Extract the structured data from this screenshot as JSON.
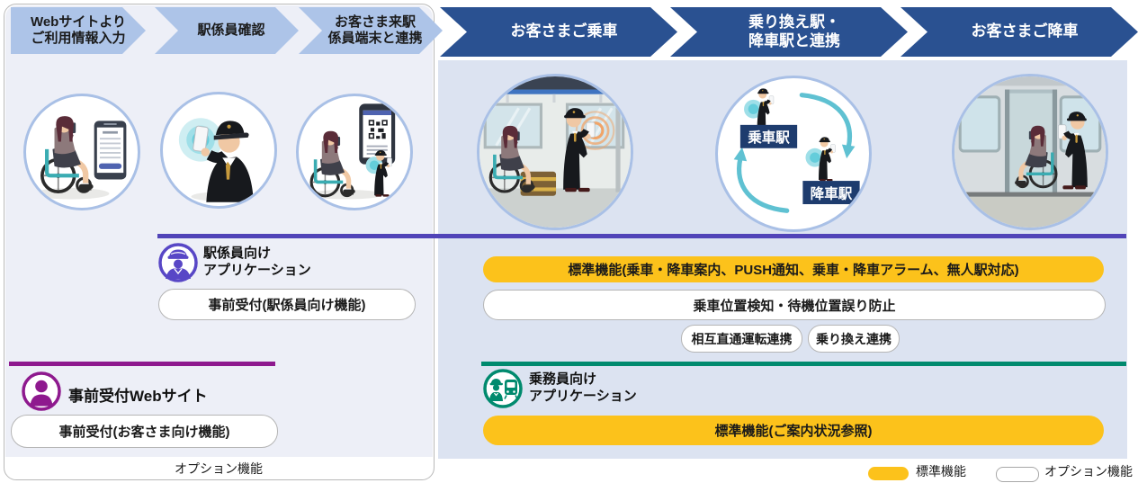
{
  "pre_steps": [
    {
      "label_lines": [
        "Webサイトより",
        "ご利用情報入力"
      ]
    },
    {
      "label_lines": [
        "駅係員確認"
      ]
    },
    {
      "label_lines": [
        "お客さま来駅",
        "係員端末と連携"
      ]
    }
  ],
  "main_steps": [
    {
      "label_lines": [
        "お客さまご乗車"
      ]
    },
    {
      "label_lines": [
        "乗り換え駅・",
        "降車駅と連携"
      ]
    },
    {
      "label_lines": [
        "お客さまご降車"
      ]
    }
  ],
  "station_app": {
    "title_line1": "駅係員向け",
    "title_line2": "アプリケーション",
    "pill": "事前受付(駅係員向け機能)"
  },
  "main_features": {
    "standard_pill": "標準機能(乗車・降車案内、PUSH通知、乗車・降車アラーム、無人駅対応)",
    "option_pill": "乗車位置検知・待機位置誤り防止",
    "option_small_pills": [
      "相互直通運転連携",
      "乗り換え連携"
    ]
  },
  "web_site": {
    "title": "事前受付Webサイト",
    "pill": "事前受付(お客さま向け機能)",
    "footer": "オプション機能"
  },
  "crew_app": {
    "title_line1": "乗務員向け",
    "title_line2": "アプリケーション",
    "pill": "標準機能(ご案内状況参照)"
  },
  "transfer_circle": {
    "boarding_label": "乗車駅",
    "alighting_label": "降車駅"
  },
  "legend": {
    "standard": "標準機能",
    "option": "オプション機能"
  },
  "colors": {
    "standard_yellow": "#fcc21b",
    "option_white": "#ffffff",
    "station_app_purple": "#5144b8",
    "web_magenta": "#8e198e",
    "crew_teal": "#008a6e",
    "main_chevron_navy": "#2a5191",
    "pre_chevron_blue": "#adc4e8",
    "panel_blue": "#dce3f1",
    "station_label_navy": "#1e3c6e"
  }
}
